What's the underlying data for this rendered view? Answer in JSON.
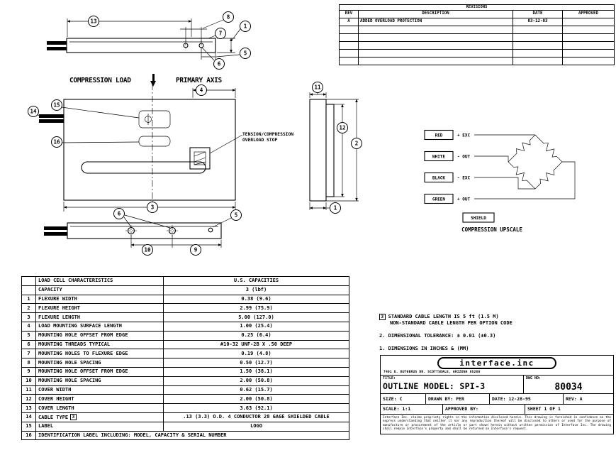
{
  "colors": {
    "ink": "#000000",
    "paper": "#ffffff"
  },
  "revisions": {
    "caption": "REVISIONS",
    "headers": [
      "REV",
      "DESCRIPTION",
      "DATE",
      "APPROVED"
    ],
    "rows": [
      {
        "rev": "A",
        "description": "ADDED OVERLOAD PROTECTION",
        "date": "03-12-03",
        "approved": ""
      }
    ],
    "empty_row_count": 5
  },
  "drawing_labels": {
    "compression_load": "COMPRESSION LOAD",
    "primary_axis": "PRIMARY AXIS",
    "overload_stop": "TENSION/COMPRESSION\nOVERLOAD STOP"
  },
  "callouts": {
    "top_view": [
      "13",
      "8",
      "7",
      "1",
      "6",
      "5"
    ],
    "plan_view": [
      "14",
      "15",
      "16",
      "4",
      "3"
    ],
    "end_view": [
      "11",
      "12",
      "2",
      "1"
    ],
    "bottom_view": [
      "6",
      "5",
      "10",
      "9"
    ]
  },
  "wiring": {
    "wires": [
      {
        "color": "RED",
        "signal": "+ EXC"
      },
      {
        "color": "WHITE",
        "signal": "- OUT"
      },
      {
        "color": "BLACK",
        "signal": "- EXC"
      },
      {
        "color": "GREEN",
        "signal": "+ OUT"
      }
    ],
    "shield_label": "SHIELD",
    "caption": "COMPRESSION UPSCALE"
  },
  "characteristics": {
    "rows": [
      {
        "num": "",
        "name": "LOAD CELL CHARACTERISTICS",
        "value": "U.S. CAPACITIES"
      },
      {
        "num": "",
        "name": "CAPACITY",
        "value": "3 (lbf)"
      },
      {
        "num": "1",
        "name": "FLEXURE WIDTH",
        "value": "0.38 (9.6)"
      },
      {
        "num": "2",
        "name": "FLEXURE HEIGHT",
        "value": "2.99 (75.9)"
      },
      {
        "num": "3",
        "name": "FLEXURE LENGTH",
        "value": "5.00 (127.0)"
      },
      {
        "num": "4",
        "name": "LOAD MOUNTING SURFACE LENGTH",
        "value": "1.00 (25.4)"
      },
      {
        "num": "5",
        "name": "MOUNTING HOLE OFFSET FROM EDGE",
        "value": "0.25 (6.4)"
      },
      {
        "num": "6",
        "name": "MOUNTING THREADS TYPICAL",
        "value": "#10-32 UNF-2B X .50 DEEP"
      },
      {
        "num": "7",
        "name": "MOUNTING HOLES TO FLEXURE EDGE",
        "value": "0.19 (4.8)"
      },
      {
        "num": "8",
        "name": "MOUNTING HOLE SPACING",
        "value": "0.50 (12.7)"
      },
      {
        "num": "9",
        "name": "MOUNTING HOLE OFFSET FROM EDGE",
        "value": "1.50 (38.1)"
      },
      {
        "num": "10",
        "name": "MOUNTING HOLE SPACING",
        "value": "2.00 (50.8)"
      },
      {
        "num": "11",
        "name": "COVER WIDTH",
        "value": "0.62 (15.7)"
      },
      {
        "num": "12",
        "name": "COVER HEIGHT",
        "value": "2.00 (50.8)"
      },
      {
        "num": "13",
        "name": "COVER LENGTH",
        "value": "3.63 (92.1)"
      },
      {
        "num": "14",
        "name": "CABLE TYPE",
        "ref": "3",
        "value": ".13 (3.3) O.D. 4 CONDUCTOR 28 GAGE SHIELDED CABLE"
      },
      {
        "num": "15",
        "name": "LABEL",
        "value": "LOGO"
      },
      {
        "num": "16",
        "name": "IDENTIFICATION LABEL INCLUDING: MODEL, CAPACITY & SERIAL NUMBER",
        "span": true
      }
    ]
  },
  "notes": {
    "note3_ref": "3",
    "note3_line1": "STANDARD CABLE LENGTH IS 5 ft (1.5 M)",
    "note3_line2": "NON-STANDARD CABLE LENGTH PER OPTION CODE",
    "note2": "2. DIMENSIONAL TOLERANCE: ± 0.01 (±0.3)",
    "note1": "1. DIMENSIONS IN INCHES & (MM)"
  },
  "title_block": {
    "logo_text": "interface.inc",
    "address": "7401 E. BUTHERUS DR. SCOTTSDALE, ARIZONA 85260",
    "title_label": "TITLE:",
    "title": "OUTLINE MODEL: SPI-3",
    "dwg_no_label": "DWG NO:",
    "dwg_no": "80034",
    "size_label": "SIZE: C",
    "drawn_by_label": "DRAWN BY: PER",
    "date_label": "DATE: 12-28-95",
    "rev_label": "REV: A",
    "scale_label": "SCALE: 1:1",
    "approved_by_label": "APPROVED BY:",
    "sheet_label": "SHEET 1 OF 1",
    "legal": "Interface Inc. claims propriety rights in the information disclosed herein. This drawing is furnished in confidence on the express understanding that neither it nor any reproduction thereof will be disclosed to others or used for the purpose of manufacture or procurement of the article or part shown herein without written permission of Interface Inc. The drawing shall remain Interface's property and shall be returned on Interface's request."
  }
}
